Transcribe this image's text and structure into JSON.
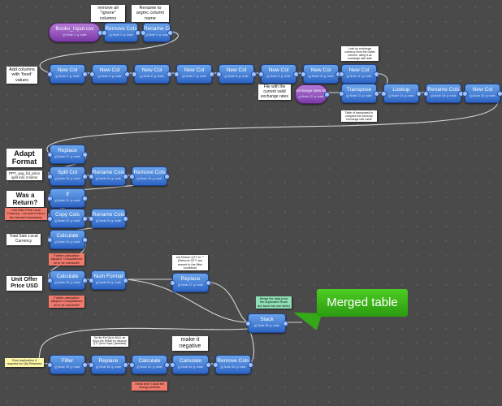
{
  "nodes": {
    "books_input": {
      "label": "Books_input.csv",
      "sub": "g) Node 1: g: node"
    },
    "remove_cols_1": {
      "label": "Remove Cols",
      "sub": "g) Node 2: g: node"
    },
    "rename_cols_1": {
      "label": "Rename Cols",
      "sub": "g) Node 3: g: node"
    },
    "new_col_1": {
      "label": "New Col",
      "sub": "g) Node 4: g: node"
    },
    "new_col_2": {
      "label": "New Col",
      "sub": "g) Node 5: g: node"
    },
    "new_col_3": {
      "label": "New Col",
      "sub": "g) Node 6: g: node"
    },
    "new_col_4": {
      "label": "New Col",
      "sub": "g) Node 7: g: node"
    },
    "new_col_5": {
      "label": "New Col",
      "sub": "g) Node 8: g: node"
    },
    "new_col_6": {
      "label": "New Col",
      "sub": "g) Node 9: g: node"
    },
    "new_col_7": {
      "label": "New Col",
      "sub": "g) Node 10: g: node"
    },
    "new_col_8": {
      "label": "New Col",
      "sub": "g) Node 11: g: node"
    },
    "exchange_rates": {
      "label": "exchange rates.txt",
      "sub": "g) Node 12: g: node"
    },
    "transpose": {
      "label": "Transpose",
      "sub": "g) Node 13: g: node"
    },
    "lookup": {
      "label": "Lookup",
      "sub": "g) Node 14: g: node"
    },
    "rename_cols_2": {
      "label": "Rename Cols",
      "sub": "g) Node 15: g: node"
    },
    "new_col_9": {
      "label": "New Col",
      "sub": "g) Node 16: g: node"
    },
    "replace_1": {
      "label": "Replace",
      "sub": "g) Node 17: g: node"
    },
    "split_col": {
      "label": "Split Col",
      "sub": "g) Node 18: g: node"
    },
    "rename_cols_3": {
      "label": "Rename Cols",
      "sub": "g) Node 19: g: node"
    },
    "remove_cols_2": {
      "label": "Remove Cols",
      "sub": "g) Node 20: g: node"
    },
    "if_node": {
      "label": "If",
      "sub": "g) Node 21: g: node"
    },
    "copy_cols": {
      "label": "Copy Cols",
      "sub": "g) Node 22: g: node"
    },
    "rename_cols_4": {
      "label": "Rename Cols",
      "sub": "g) Node 23: g: node"
    },
    "calculate_1": {
      "label": "Calculate",
      "sub": "g) Node 24: g: node"
    },
    "calculate_2": {
      "label": "Calculate",
      "sub": "g) Node 25: g: node"
    },
    "num_format": {
      "label": "Num Format",
      "sub": "g) Node 26: g: node"
    },
    "replace_2": {
      "label": "Replace",
      "sub": "g) Node 27: g: node"
    },
    "stack": {
      "label": "Stack",
      "sub": "g) Node 28: g: node"
    },
    "filter": {
      "label": "Filter",
      "sub": "g) Node 29: g: node"
    },
    "replace_3": {
      "label": "Replace",
      "sub": "g) Node 30: g: node"
    },
    "calculate_3": {
      "label": "Calculate",
      "sub": "g) Node 31: g: node"
    },
    "calculate_4": {
      "label": "Calculate",
      "sub": "g) Node 32: g: node"
    },
    "remove_cols_3": {
      "label": "Remove Cols",
      "sub": "g) Node 33: g: node"
    }
  },
  "notes": {
    "remove_ignore": "remove all \"ignore\" columns",
    "rename_col": "Rename to argmc column name",
    "add_columns": "Add columns with 'fixed' values",
    "exchange_info": "Look up exchange currency from the Dates column, using it as exchange rate date",
    "valid_rates": "File with the current valid exchange rates",
    "transposed_table": "Table of transposed to compare the currency exchange rate value",
    "adapt_format": "Adapt Format",
    "ppt_split": "PPT_avg_fal_price split into 2 items",
    "was_return": "Was a Return?",
    "unit_offer_note": "Unit Offer Price Local Currency - not sure if this is the intended transaction",
    "total_sale": "Total Sale Local Currency",
    "further_calc_1": "Further calculation skipped. Computations on hr be checked!!!",
    "unit_offer_usd": "Unit Offer Price USD",
    "further_calc_2": "Further calculation skipped. Computations on hr be checked!!!",
    "set_return": "set Return QTY to \"\" (Returns QTY are ressed in the filter condition)",
    "merge_note": "Merge the data (now the duplicated Rows are back into one table)",
    "row_duplication": "Row duplication if required for Qty Returned",
    "set_null": "Set the Ext Qty to NULL as this is the Return for returned QTY (from 'Input') (standard)",
    "make_negative": "make it negative",
    "wrong_columns": "I think here I used the wrong columns"
  },
  "callout": {
    "merged_table": "Merged table"
  }
}
